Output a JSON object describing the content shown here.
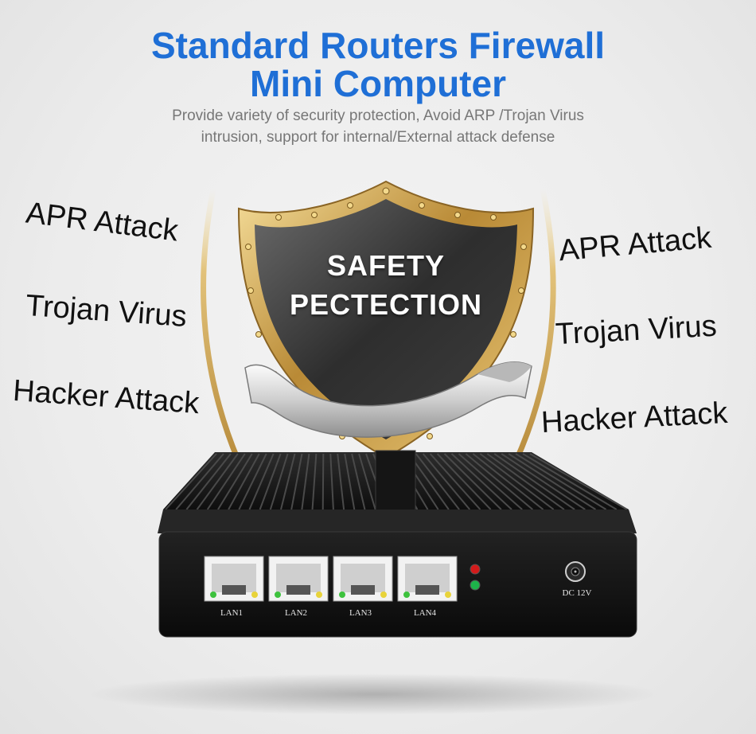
{
  "header": {
    "title_line1": "Standard Routers  Firewall",
    "title_line2": "Mini Computer",
    "subtitle_line1": "Provide variety of security protection, Avoid ARP /Trojan Virus",
    "subtitle_line2": "intrusion, support for internal/External attack defense"
  },
  "threats_left": [
    "APR Attack",
    "Trojan Virus",
    "Hacker Attack"
  ],
  "threats_right": [
    "APR Attack",
    "Trojan Virus",
    "Hacker Attack"
  ],
  "shield": {
    "line1": "SAFETY",
    "line2": "PECTECTION"
  },
  "device": {
    "ports": [
      "LAN1",
      "LAN2",
      "LAN3",
      "LAN4"
    ],
    "power_label": "DC 12V"
  },
  "colors": {
    "title": "#1f6fd6",
    "subtitle": "#777777",
    "gold": "#c9a253",
    "shield": "#3a3a3a",
    "device": "#1b1b1b"
  }
}
